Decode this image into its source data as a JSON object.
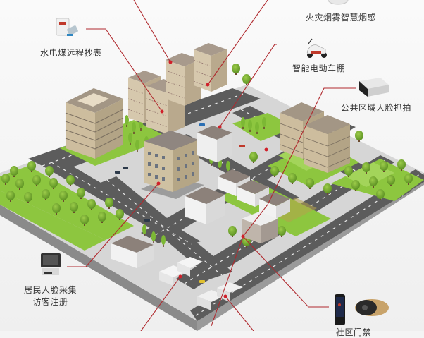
{
  "diagram": {
    "type": "isometric smart community illustration",
    "background": "#f4f4f4",
    "colors": {
      "grass": "#8dc63f",
      "grass_light": "#a3d45a",
      "road": "#5a5a5a",
      "road_edge": "#6e6e6e",
      "sidewalk": "#d4d4d4",
      "platform_side": "#9a9a9a",
      "building_beige": "#c9b99a",
      "building_roof": "#8a7f76",
      "building_white": "#f2f2f2",
      "tree": "#6fa52c",
      "callout_line": "#b0292e",
      "callout_dot": "#d0202a"
    },
    "callouts": [
      {
        "id": "smoke",
        "label": "火灾烟雾智慧烟感",
        "icon": "smoke-detector-icon"
      },
      {
        "id": "meter",
        "label": "水电煤远程抄表",
        "icon": "utility-meter-icon"
      },
      {
        "id": "ebike",
        "label": "智能电动车棚",
        "icon": "electric-scooter-icon"
      },
      {
        "id": "camera",
        "label": "公共区域人脸抓拍",
        "icon": "cctv-camera-icon"
      },
      {
        "id": "face",
        "label_line1": "居民人脸采集",
        "label_line2": "访客注册",
        "icon": "face-terminal-icon"
      },
      {
        "id": "door",
        "label": "社区门禁",
        "icon": "face-access-lock-icon"
      }
    ]
  }
}
